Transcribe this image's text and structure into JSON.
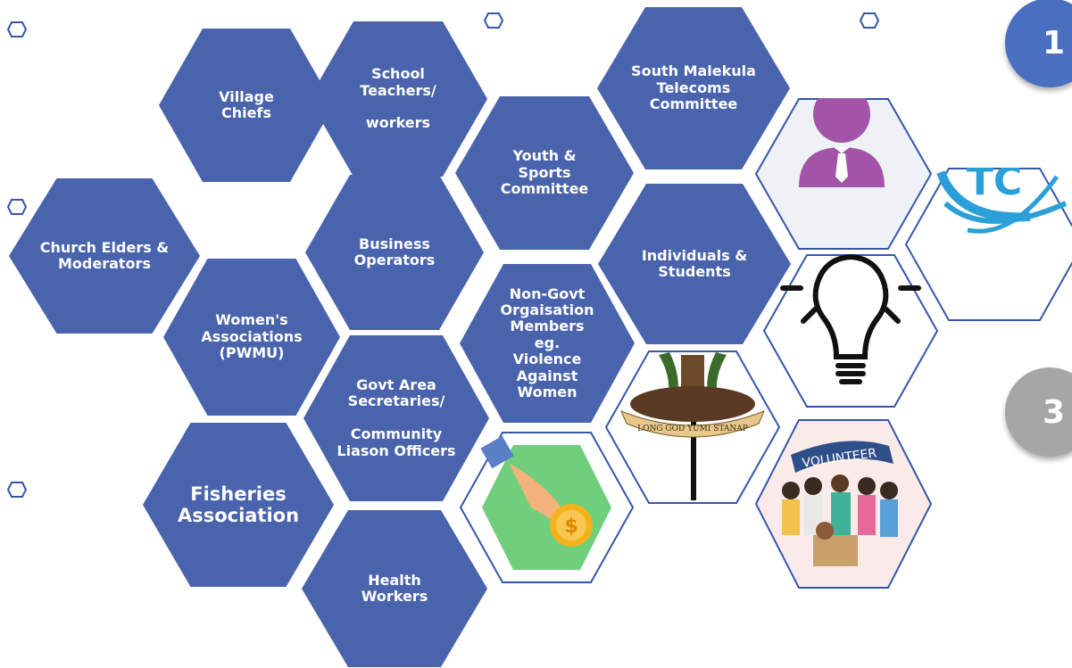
{
  "hexagons": [
    {
      "label": "Village Chiefs"
    },
    {
      "label": "School\nTeachers/\n\nworkers"
    },
    {
      "label": "South Malekula\nTelecoms\nCommittee"
    },
    {
      "label": "Youth &\nSports\nCommittee"
    },
    {
      "label": "Church Elders &\nModerators"
    },
    {
      "label": "Business\nOperators"
    },
    {
      "label": "Individuals &\nStudents"
    },
    {
      "label": "Women's\nAssociations\n(PWMU)"
    },
    {
      "label": "Non-Govt\nOrgaisation\nMembers eg.\nViolence\nAgainst\nWomen"
    },
    {
      "label": "Govt Area\nSecretaries/\n\nCommunity\nLiason Officers"
    },
    {
      "label": "Fisheries\nAssociation"
    },
    {
      "label": "Health\nWorkers"
    }
  ],
  "image_tiles": {
    "coin": "coin-in-hand-icon",
    "person": "person-icon",
    "logo": "telecom-logo-icon",
    "bulb": "lightbulb-icon",
    "emblem": "national-emblem-image",
    "emblem_motto": "LONG GOD YUMI STANAP",
    "volunteer": "volunteer-illustration",
    "volunteer_banner": "VOLUNTEER"
  },
  "corner_badges": [
    {
      "number": "1",
      "color": "#4a6fc1"
    },
    {
      "number": "3",
      "color": "#a6a6a6"
    }
  ],
  "colors": {
    "hex_fill": "#4a63ad",
    "outline": "#3556a8"
  }
}
